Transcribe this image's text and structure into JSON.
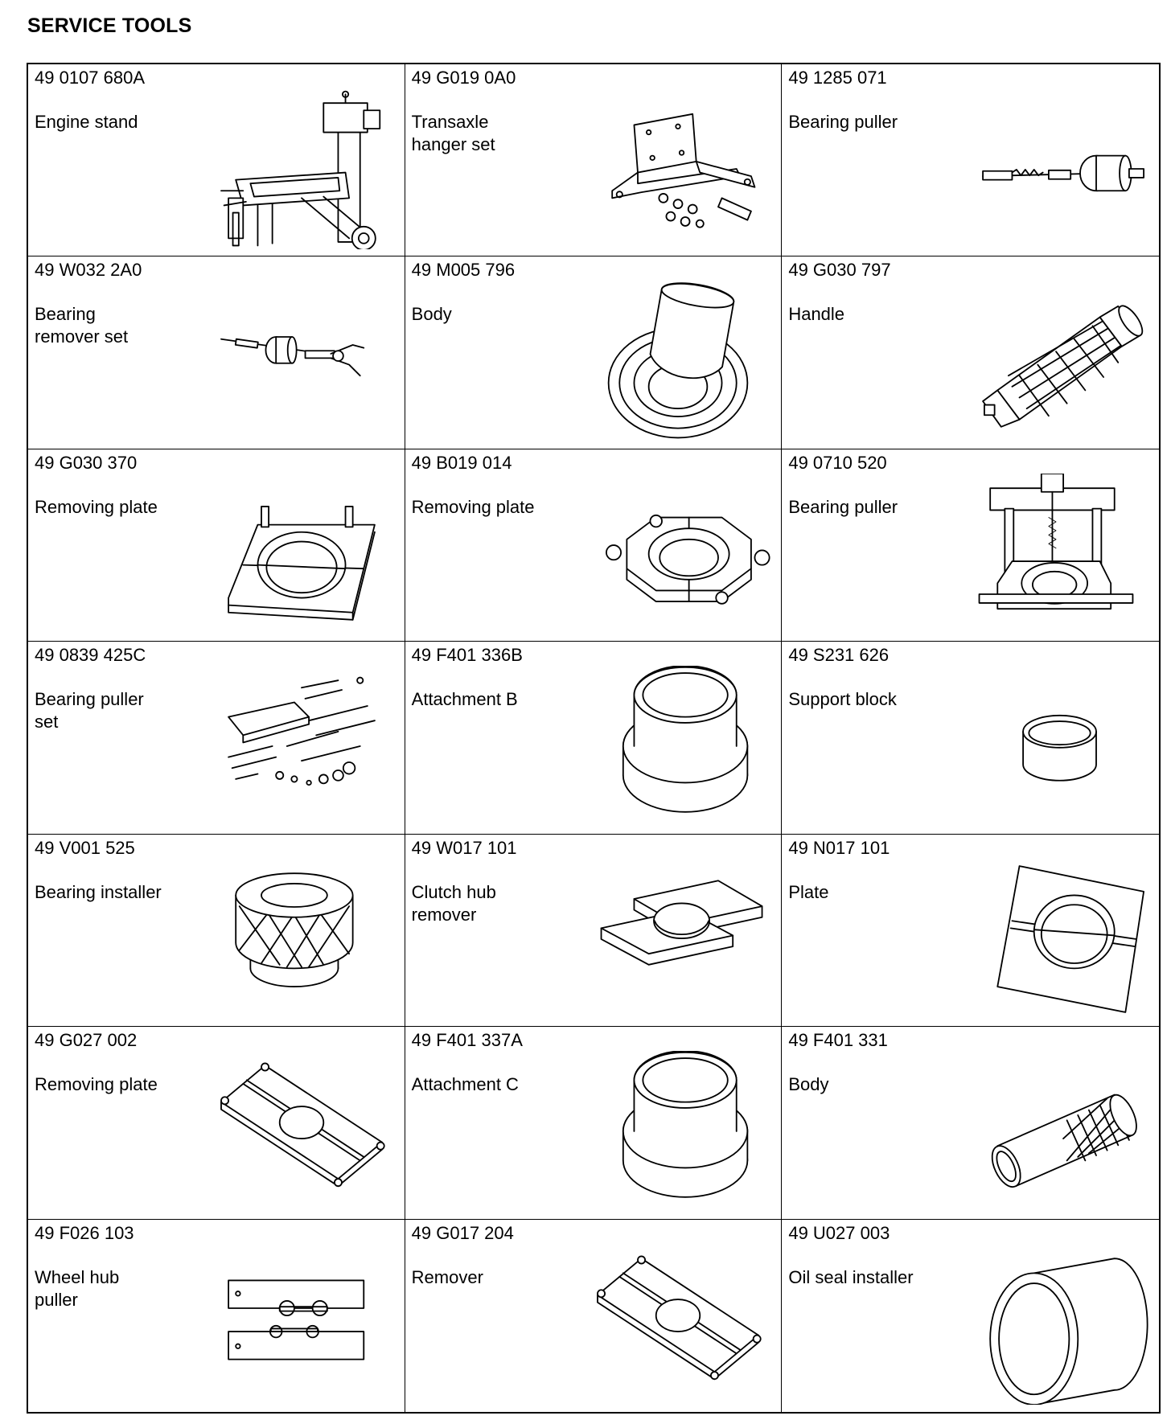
{
  "page_title": "SERVICE TOOLS",
  "tools": [
    {
      "part_no": "49 0107 680A",
      "name": "Engine stand",
      "icon": "engine-stand-icon"
    },
    {
      "part_no": "49 G019 0A0",
      "name": "Transaxle\nhanger set",
      "icon": "transaxle-hanger-icon"
    },
    {
      "part_no": "49 1285 071",
      "name": "Bearing puller",
      "icon": "slide-hammer-icon"
    },
    {
      "part_no": "49 W032 2A0",
      "name": "Bearing\nremover set",
      "icon": "bearing-remover-icon"
    },
    {
      "part_no": "49 M005 796",
      "name": "Body",
      "icon": "body-flange-icon"
    },
    {
      "part_no": "49 G030 797",
      "name": "Handle",
      "icon": "knurled-handle-icon"
    },
    {
      "part_no": "49 G030 370",
      "name": "Removing plate",
      "icon": "split-plate-icon"
    },
    {
      "part_no": "49 B019 014",
      "name": "Removing plate",
      "icon": "octagon-plate-icon"
    },
    {
      "part_no": "49 0710 520",
      "name": "Bearing puller",
      "icon": "bearing-puller-icon"
    },
    {
      "part_no": "49 0839 425C",
      "name": "Bearing puller\nset",
      "icon": "puller-set-icon"
    },
    {
      "part_no": "49 F401 336B",
      "name": "Attachment B",
      "icon": "attachment-cylinder-icon"
    },
    {
      "part_no": "49 S231 626",
      "name": "Support block",
      "icon": "ring-icon"
    },
    {
      "part_no": "49 V001 525",
      "name": "Bearing installer",
      "icon": "knurled-installer-icon"
    },
    {
      "part_no": "49 W017 101",
      "name": "Clutch hub\nremover",
      "icon": "hub-remover-icon"
    },
    {
      "part_no": "49 N017 101",
      "name": "Plate",
      "icon": "square-plate-icon"
    },
    {
      "part_no": "49 G027 002",
      "name": "Removing plate",
      "icon": "long-plate-icon"
    },
    {
      "part_no": "49 F401 337A",
      "name": "Attachment C",
      "icon": "attachment-cylinder-icon"
    },
    {
      "part_no": "49 F401 331",
      "name": "Body",
      "icon": "knurled-body-icon"
    },
    {
      "part_no": "49 F026 103",
      "name": "Wheel hub\npuller",
      "icon": "hub-puller-icon"
    },
    {
      "part_no": "49 G017 204",
      "name": "Remover",
      "icon": "long-plate-icon"
    },
    {
      "part_no": "49 U027 003",
      "name": "Oil seal installer",
      "icon": "seal-installer-icon"
    }
  ]
}
